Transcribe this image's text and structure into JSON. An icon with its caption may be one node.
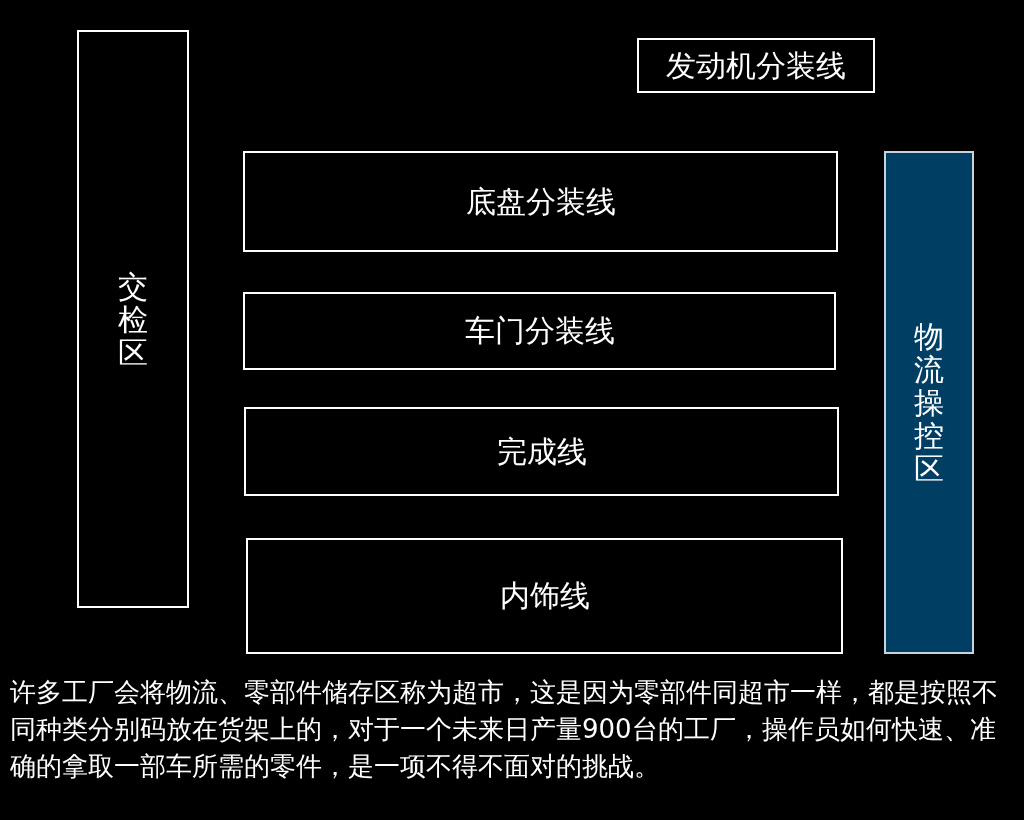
{
  "diagram": {
    "nodes": [
      {
        "text": [
          "交检区"
        ]
      },
      {
        "text": [
          "发动机分装线"
        ]
      },
      {
        "text": [
          "底盘分装线"
        ]
      },
      {
        "text": [
          "物流操控区"
        ]
      },
      {
        "text": [
          "车门分装线"
        ]
      },
      {
        "text": [
          "完成线"
        ]
      },
      {
        "text": [
          "内饰线"
        ]
      }
    ],
    "caption": "许多工厂会将物流、零部件储存区称为超市，这是因为零部件同超市一样，都是按照不同种类分别码放在货架上的，对于一个未来日产量900台的工厂，操作员如何快速、准确的拿取一部车所需的零件，是一项不得不面对的挑战。"
  }
}
